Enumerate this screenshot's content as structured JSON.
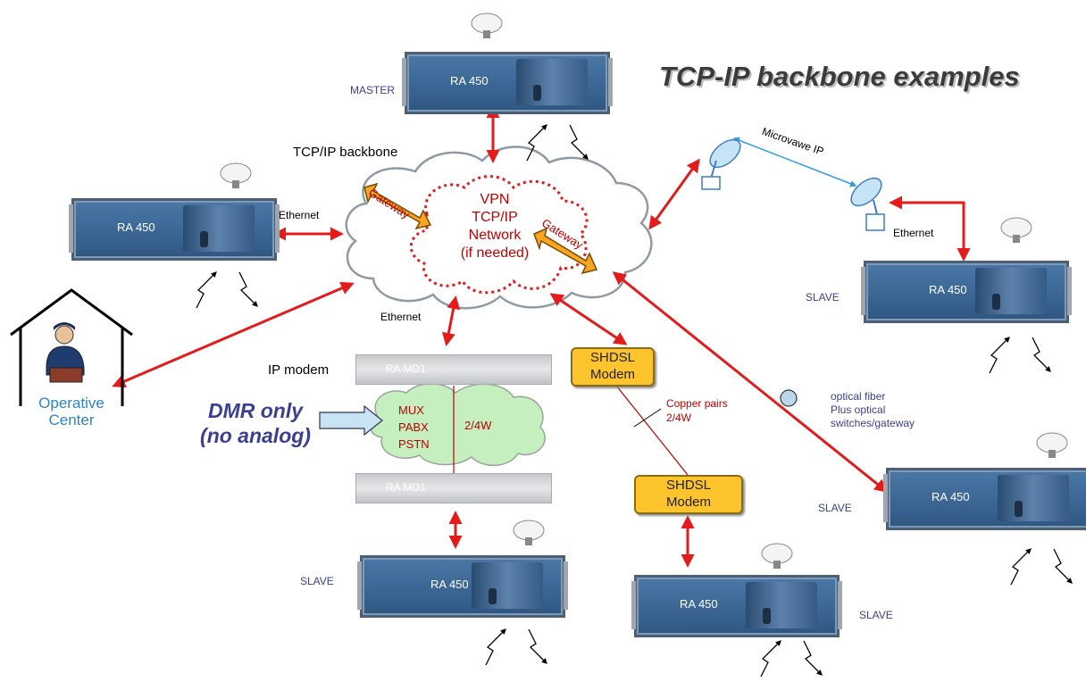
{
  "title": "TCP-IP backbone examples",
  "backbone_label": "TCP/IP backbone",
  "vpn_text": [
    "VPN",
    "TCP/IP",
    "Network",
    "(if needed)"
  ],
  "gateway_label": "Gateway",
  "radio_label": "RA 450",
  "roles": {
    "master": "MASTER",
    "slave": "SLAVE"
  },
  "ethernet_label": "Ethernet",
  "microwave_label": "Microvawe IP",
  "ip_modem_label": "IP modem",
  "modem_label": "RA MD1",
  "mux_labels": [
    "MUX",
    "PABX",
    "PSTN"
  ],
  "wire_label": "2/4W",
  "dmr_note": [
    "DMR only",
    "(no analog)"
  ],
  "shdsl_label": [
    "SHDSL",
    "Modem"
  ],
  "copper_label": [
    "Copper pairs",
    "2/4W"
  ],
  "optical_label": [
    "optical fiber",
    "Plus optical",
    "switches/gateway"
  ],
  "operative_center": [
    "Operative",
    "Center"
  ],
  "colors": {
    "link_red": "#e31b1b",
    "gateway_fill": "#f6a623",
    "cloud_fill": "#ffffff",
    "mux_cloud_fill": "#c6efc0",
    "shdsl_fill": "#fdc42e",
    "microwave_blue": "#2f9fe0",
    "navy_text": "#3b3f92"
  }
}
